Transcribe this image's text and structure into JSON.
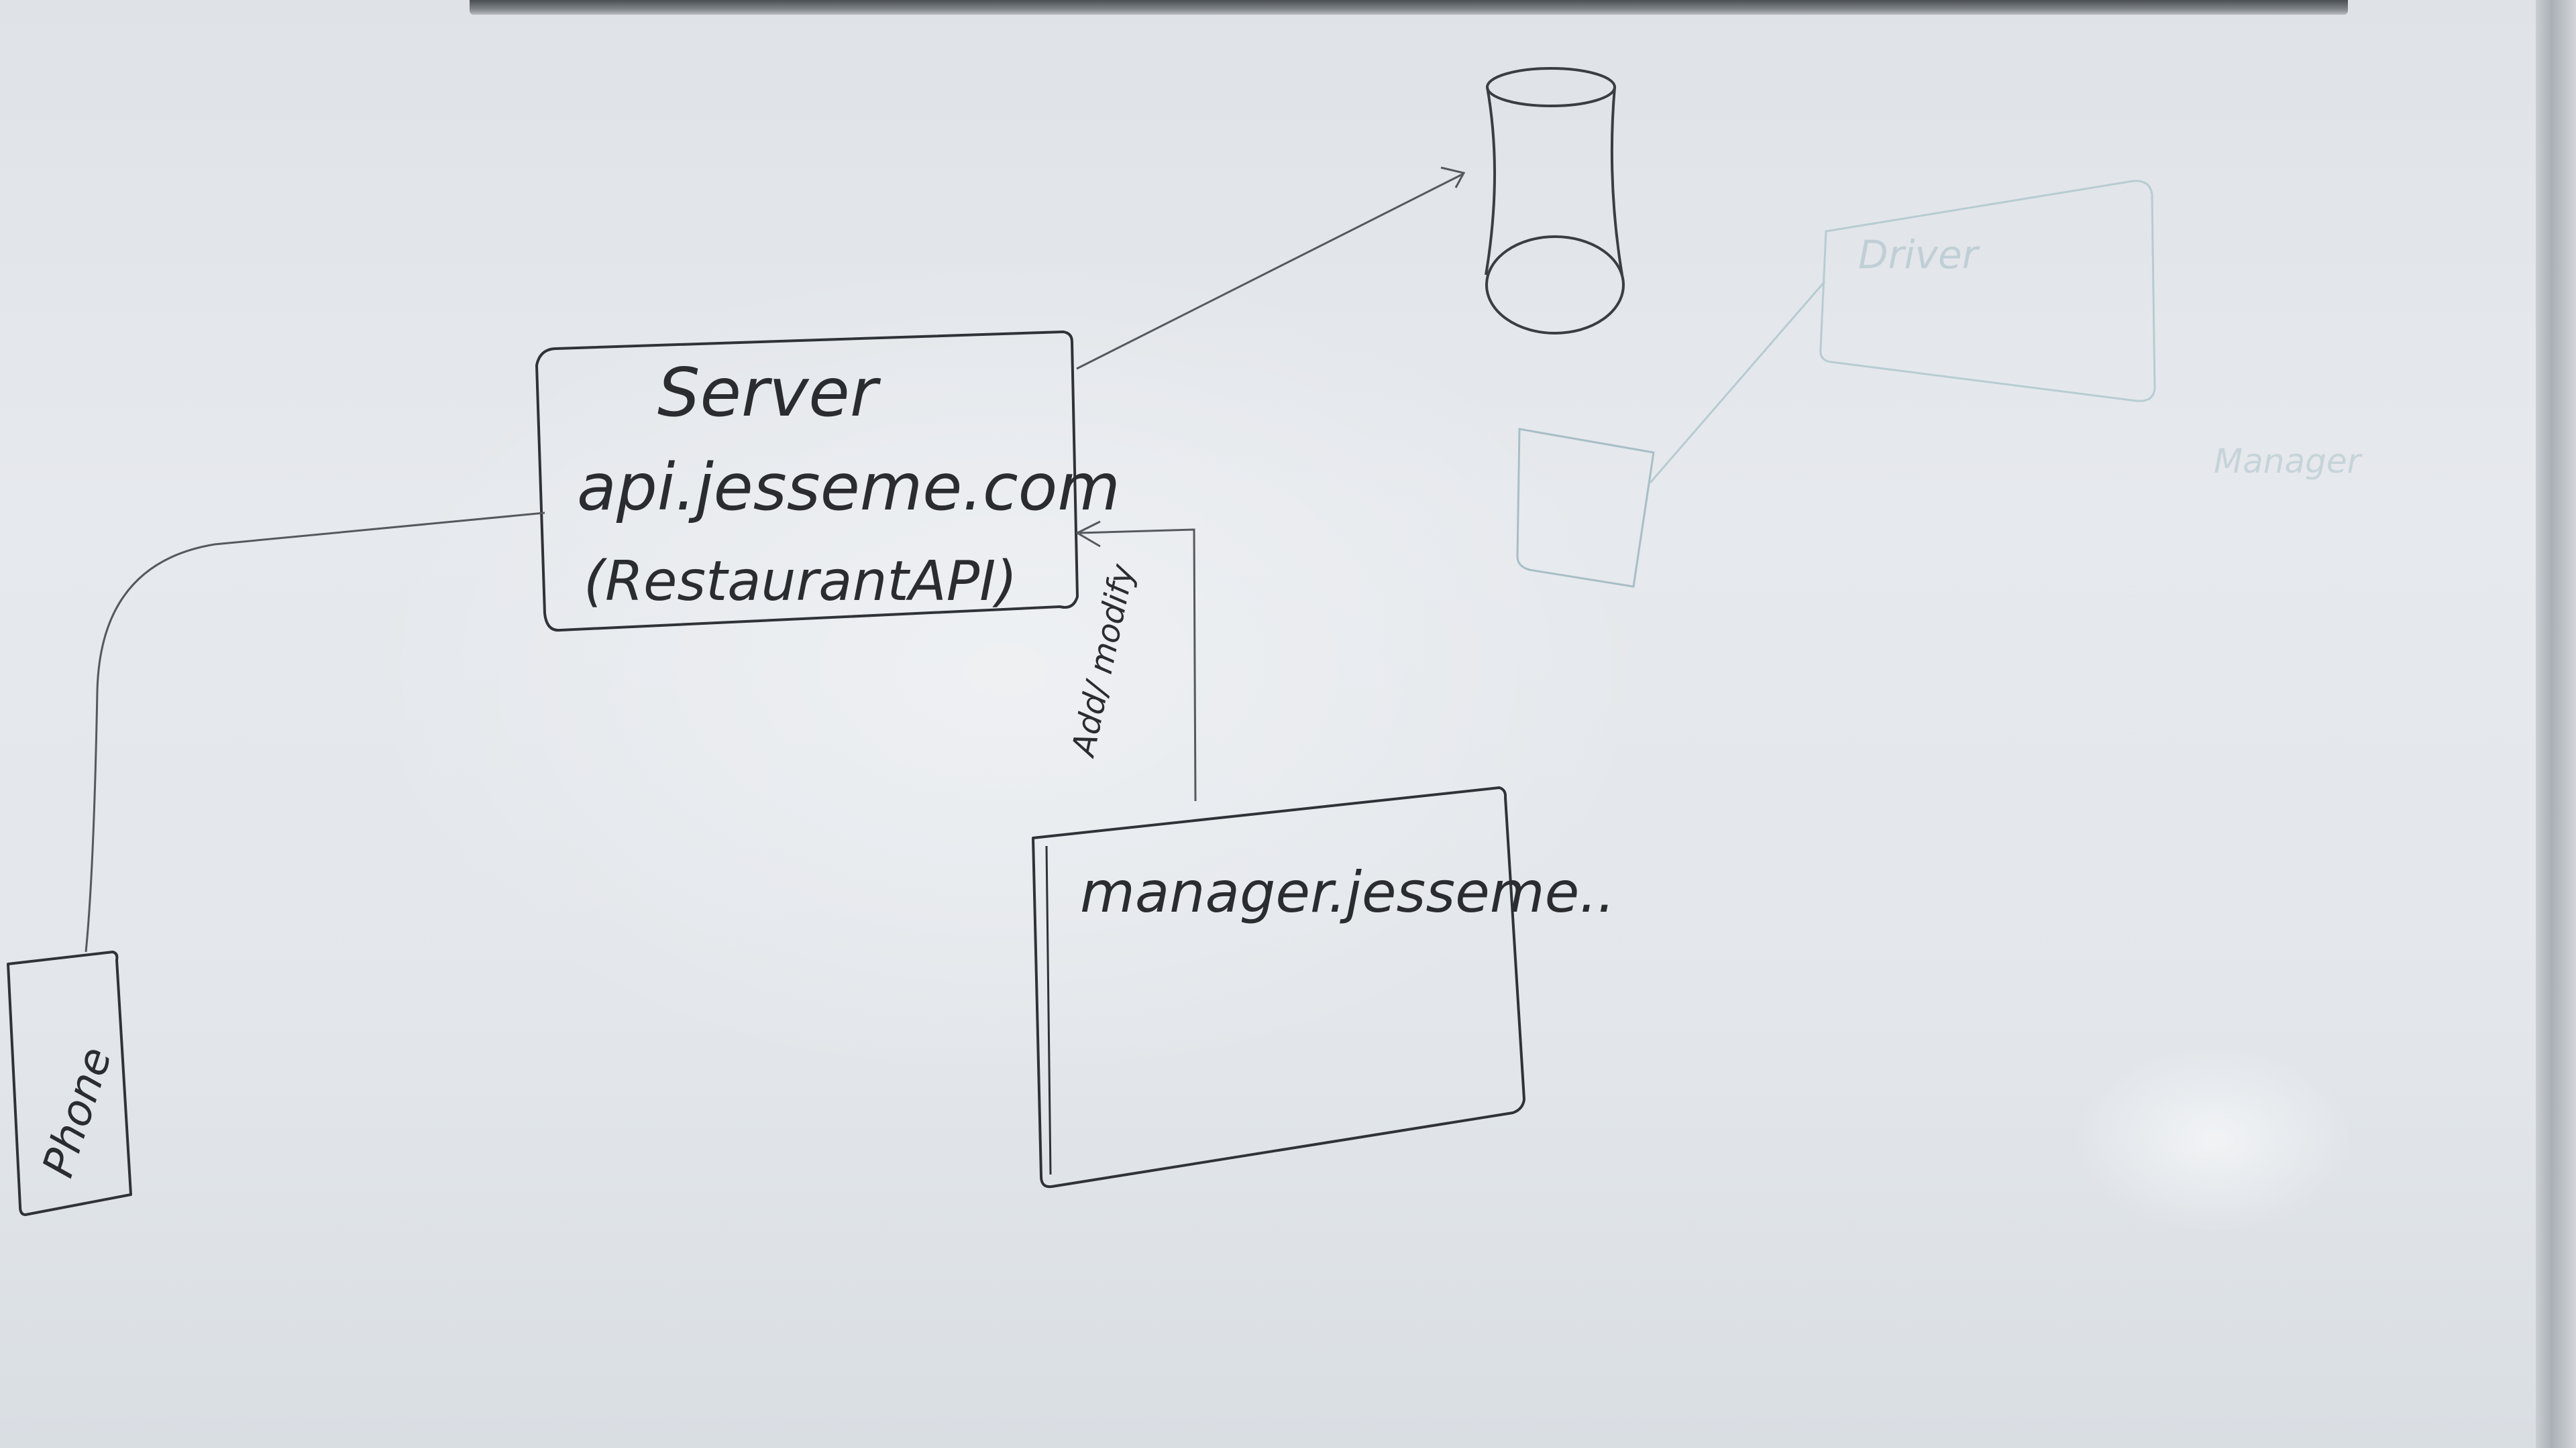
{
  "server": {
    "title": "Server",
    "domain": "api.jesseme.com",
    "subtitle": "(RestaurantAPI)"
  },
  "edge_label": "Add/ modify",
  "manager": {
    "label": "manager.jesseme.."
  },
  "phone": {
    "label": "Phone"
  },
  "faint": {
    "box_text": "Driver",
    "side_text": "Manager"
  },
  "colors": {
    "marker": "#2a2c30",
    "faint_marker": "#a9c1c8",
    "board": "#e3e7eb"
  }
}
